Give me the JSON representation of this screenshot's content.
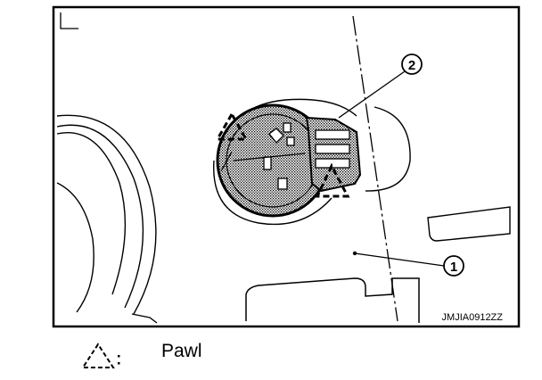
{
  "figure": {
    "code": "JMJIA0912ZZ",
    "callouts": [
      "1",
      "2"
    ]
  },
  "legend": {
    "symbol": "pawl-icon",
    "text": "Pawl"
  }
}
